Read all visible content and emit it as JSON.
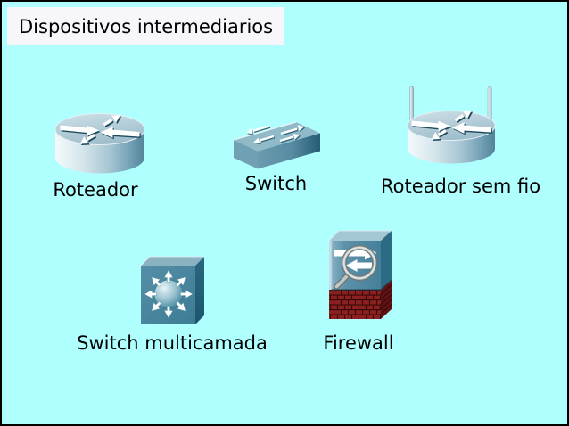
{
  "header": {
    "title": "Dispositivos intermediarios"
  },
  "devices": [
    {
      "type": "router",
      "label": "Roteador",
      "icon": "router-icon"
    },
    {
      "type": "switch",
      "label": "Switch",
      "icon": "switch-icon"
    },
    {
      "type": "wireless-router",
      "label": "Roteador sem fio",
      "icon": "wireless-router-icon"
    },
    {
      "type": "multilayer-switch",
      "label": "Switch multicamada",
      "icon": "multilayer-switch-icon"
    },
    {
      "type": "firewall",
      "label": "Firewall",
      "icon": "firewall-icon"
    }
  ],
  "colors": {
    "canvas_background": "#b0ffff",
    "canvas_border": "#000000",
    "title_box_background": "#f7f7fb",
    "title_text": "#000000",
    "label_text": "#000000",
    "device_teal_top": "#91bac8",
    "device_teal_front": "#5e92a8",
    "device_teal_dark": "#2e6b82",
    "brick_red": "#8c2020",
    "brick_mortar": "#380808",
    "arrow_white": "#ffffff",
    "arrow_shadow": "#1e4a60",
    "magnifier_gray": "#c6cccc"
  }
}
